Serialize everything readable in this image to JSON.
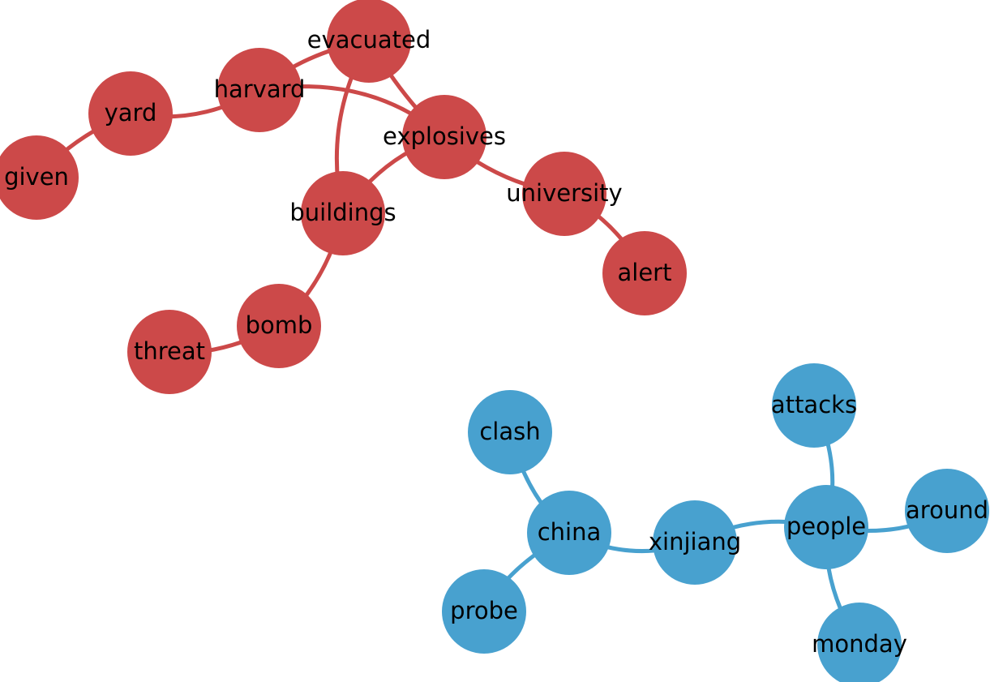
{
  "colors": {
    "cluster_red": "#cc4949",
    "cluster_blue": "#48a1cf",
    "label": "#000000",
    "background": "#ffffff"
  },
  "nodes": [
    {
      "id": "evacuated",
      "label": "evacuated",
      "cluster": "red"
    },
    {
      "id": "harvard",
      "label": "harvard",
      "cluster": "red"
    },
    {
      "id": "yard",
      "label": "yard",
      "cluster": "red"
    },
    {
      "id": "given",
      "label": "given",
      "cluster": "red"
    },
    {
      "id": "explosives",
      "label": "explosives",
      "cluster": "red"
    },
    {
      "id": "buildings",
      "label": "buildings",
      "cluster": "red"
    },
    {
      "id": "university",
      "label": "university",
      "cluster": "red"
    },
    {
      "id": "alert",
      "label": "alert",
      "cluster": "red"
    },
    {
      "id": "bomb",
      "label": "bomb",
      "cluster": "red"
    },
    {
      "id": "threat",
      "label": "threat",
      "cluster": "red"
    },
    {
      "id": "clash",
      "label": "clash",
      "cluster": "blue"
    },
    {
      "id": "china",
      "label": "china",
      "cluster": "blue"
    },
    {
      "id": "probe",
      "label": "probe",
      "cluster": "blue"
    },
    {
      "id": "xinjiang",
      "label": "xinjiang",
      "cluster": "blue"
    },
    {
      "id": "people",
      "label": "people",
      "cluster": "blue"
    },
    {
      "id": "attacks",
      "label": "attacks",
      "cluster": "blue"
    },
    {
      "id": "around",
      "label": "around",
      "cluster": "blue"
    },
    {
      "id": "monday",
      "label": "monday",
      "cluster": "blue"
    }
  ],
  "edges": [
    {
      "source": "given",
      "target": "yard"
    },
    {
      "source": "yard",
      "target": "harvard"
    },
    {
      "source": "harvard",
      "target": "evacuated"
    },
    {
      "source": "harvard",
      "target": "explosives"
    },
    {
      "source": "evacuated",
      "target": "explosives"
    },
    {
      "source": "evacuated",
      "target": "buildings"
    },
    {
      "source": "explosives",
      "target": "buildings"
    },
    {
      "source": "explosives",
      "target": "university"
    },
    {
      "source": "university",
      "target": "alert"
    },
    {
      "source": "buildings",
      "target": "bomb"
    },
    {
      "source": "bomb",
      "target": "threat"
    },
    {
      "source": "clash",
      "target": "china"
    },
    {
      "source": "china",
      "target": "probe"
    },
    {
      "source": "china",
      "target": "xinjiang"
    },
    {
      "source": "xinjiang",
      "target": "people"
    },
    {
      "source": "people",
      "target": "attacks"
    },
    {
      "source": "people",
      "target": "around"
    },
    {
      "source": "people",
      "target": "monday"
    }
  ]
}
